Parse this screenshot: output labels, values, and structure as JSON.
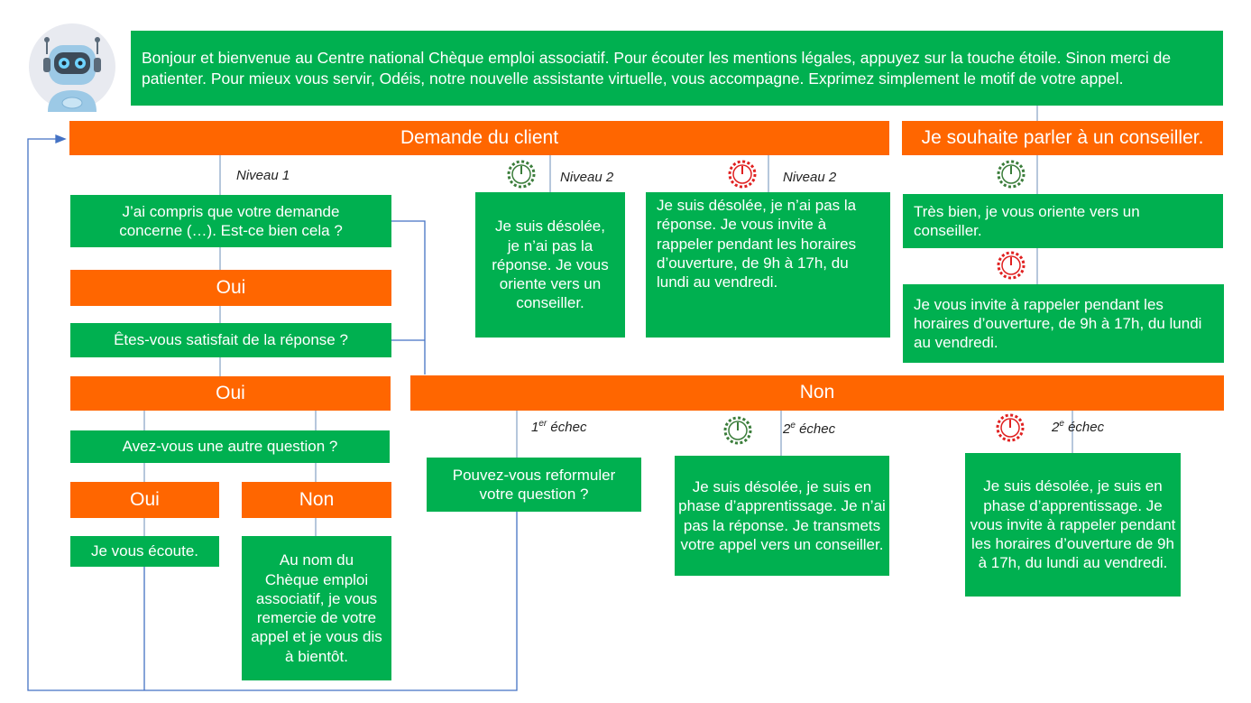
{
  "colors": {
    "green": "#00b050",
    "orange": "#ff6600",
    "connector": "#4472c4",
    "clock_ok": "#3a7d3a",
    "clock_closed": "#e02020"
  },
  "intro": "Bonjour et bienvenue au Centre national Chèque emploi associatif. Pour écouter les mentions légales, appuyez sur la touche étoile. Sinon merci de patienter. Pour mieux vous servir, Odéis, notre nouvelle assistante virtuelle, vous accompagne. Exprimez simplement le motif de votre appel.",
  "headers": {
    "client_request": "Demande du client",
    "advisor_request": "Je souhaite parler à un conseiller.",
    "non": "Non"
  },
  "levels": {
    "niveau1": "Niveau 1",
    "niveau2": "Niveau 2"
  },
  "failures": {
    "first_sup": "er",
    "second_sup": "e",
    "suffix": " échec",
    "one": "1",
    "two": "2"
  },
  "level1": {
    "understood": "J’ai compris que votre demande concerne (…). Est-ce bien cela ?",
    "yes1": "Oui",
    "satisfied": "Êtes-vous satisfait de la réponse ?",
    "yes2": "Oui",
    "other_question": "Avez-vous une autre question ?",
    "yes3": "Oui",
    "no3": "Non",
    "listening": "Je vous écoute.",
    "goodbye": "Au nom du Chèque emploi associatif, je vous remercie de votre appel et je vous dis à bientôt."
  },
  "level2": {
    "open_msg": "Je suis désolée, je n’ai pas la réponse. Je vous oriente vers un conseiller.",
    "closed_msg": "Je suis désolée, je n’ai pas la réponse. Je vous invite à rappeler pendant les horaires d’ouverture, de 9h à 17h, du lundi au vendredi."
  },
  "advisor": {
    "open_msg": "Très bien, je vous oriente vers un conseiller.",
    "closed_msg": "Je vous invite à rappeler pendant les horaires d’ouverture, de 9h à 17h, du lundi au vendredi."
  },
  "failure_msgs": {
    "rephrase": "Pouvez-vous reformuler votre question ?",
    "transfer": "Je suis désolée, je suis en phase d’apprentissage. Je n’ai pas la réponse. Je transmets votre appel vers un conseiller.",
    "callback": "Je suis désolée, je suis en phase d’apprentissage. Je vous invite à rappeler pendant les horaires d’ouverture de 9h à 17h, du lundi au vendredi."
  }
}
